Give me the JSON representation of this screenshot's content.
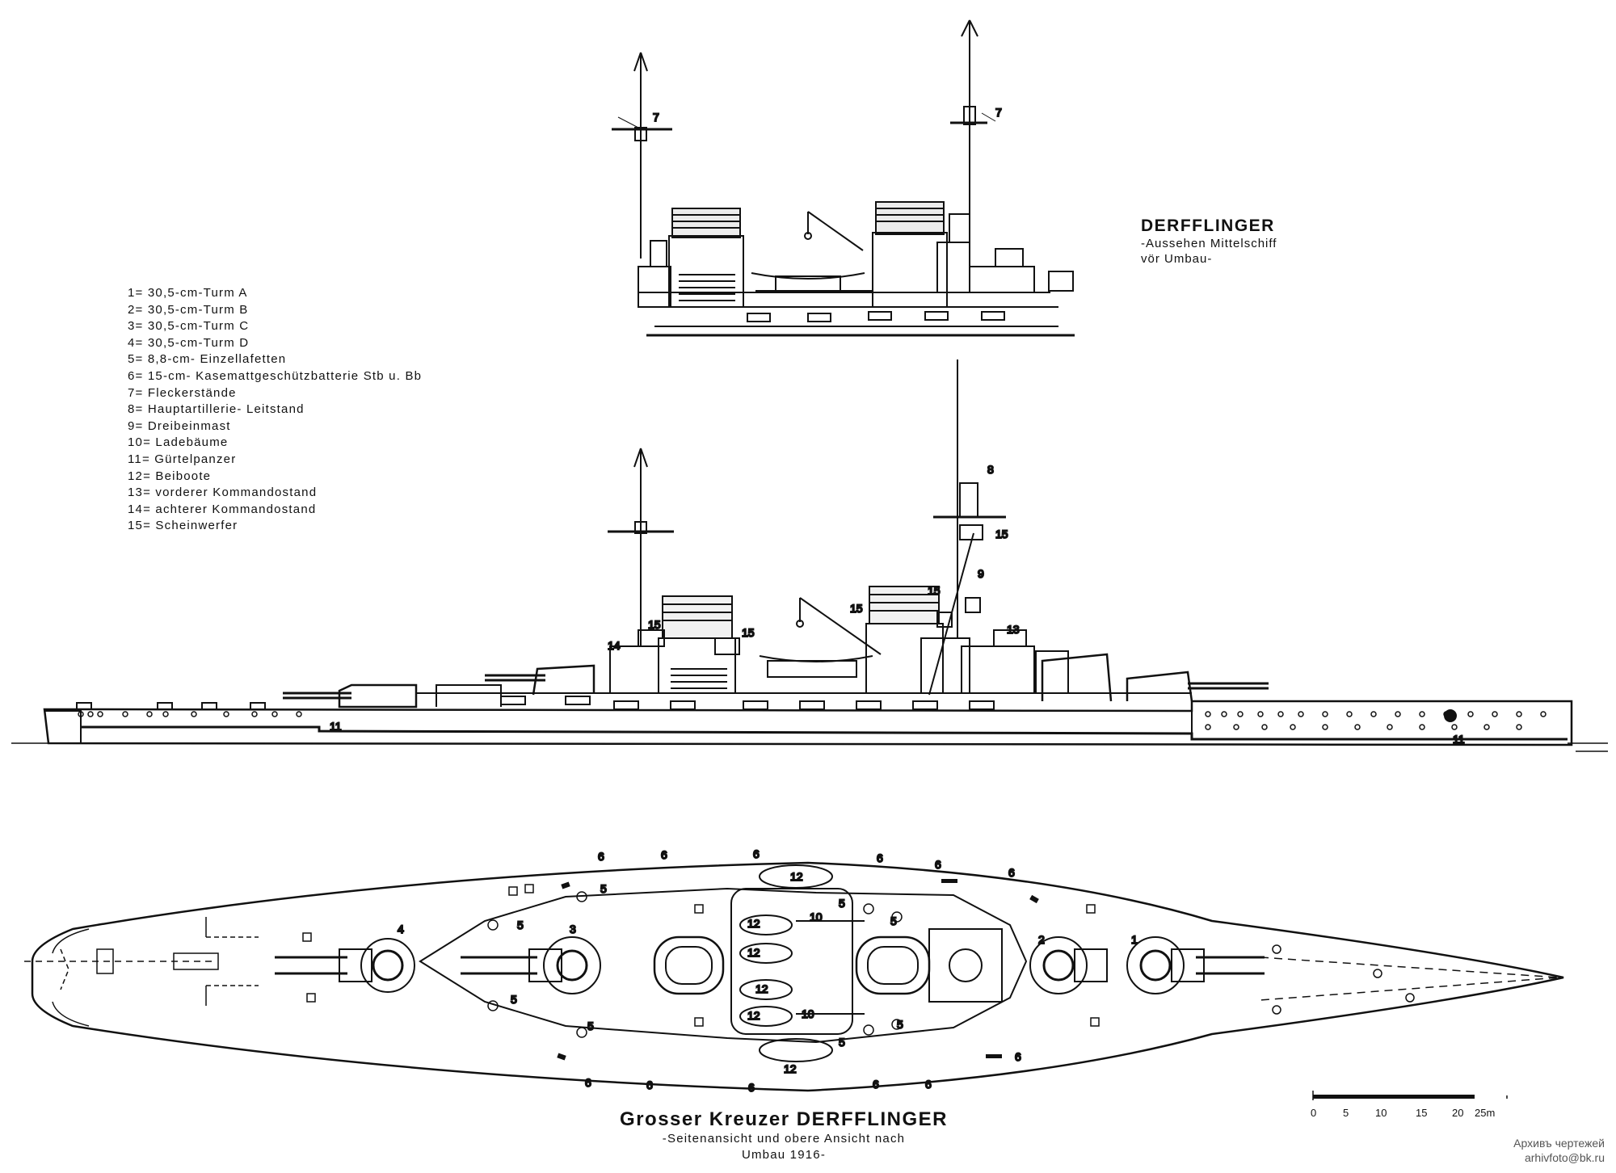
{
  "top_view_title": {
    "name": "DERFFLINGER",
    "line1": "-Aussehen Mittelschiff",
    "line2": "vör Umbau-"
  },
  "legend": [
    "1= 30,5-cm-Turm  A",
    "2= 30,5-cm-Turm  B",
    "3= 30,5-cm-Turm  C",
    "4= 30,5-cm-Turm  D",
    "5= 8,8-cm- Einzellafetten",
    "6= 15-cm- Kasemattgeschützbatterie Stb u. Bb",
    "7= Fleckerstände",
    "8= Hauptartillerie- Leitstand",
    "9= Dreibeinmast",
    "10= Ladebäume",
    "11= Gürtelpanzer",
    "12= Beiboote",
    "13= vorderer Kommandostand",
    "14= achterer Kommandostand",
    "15= Scheinwerfer"
  ],
  "main_title": {
    "line1": "Grosser Kreuzer DERFFLINGER",
    "line2": "-Seitenansicht und obere Ansicht nach",
    "line3": "Umbau 1916-"
  },
  "scale": {
    "ticks": [
      "0",
      "5",
      "10",
      "15",
      "20",
      "25m"
    ]
  },
  "archive": {
    "line1": "Архивъ чертежей",
    "line2": "arhivfoto@bk.ru"
  },
  "callouts": {
    "seven": "7",
    "eight": "8",
    "nine": "9",
    "eleven": "11",
    "thirteen": "13",
    "fourteen": "14",
    "fifteen": "15",
    "one": "1",
    "two": "2",
    "three": "3",
    "four": "4",
    "five": "5",
    "six": "6",
    "ten": "10",
    "twelve": "12"
  }
}
